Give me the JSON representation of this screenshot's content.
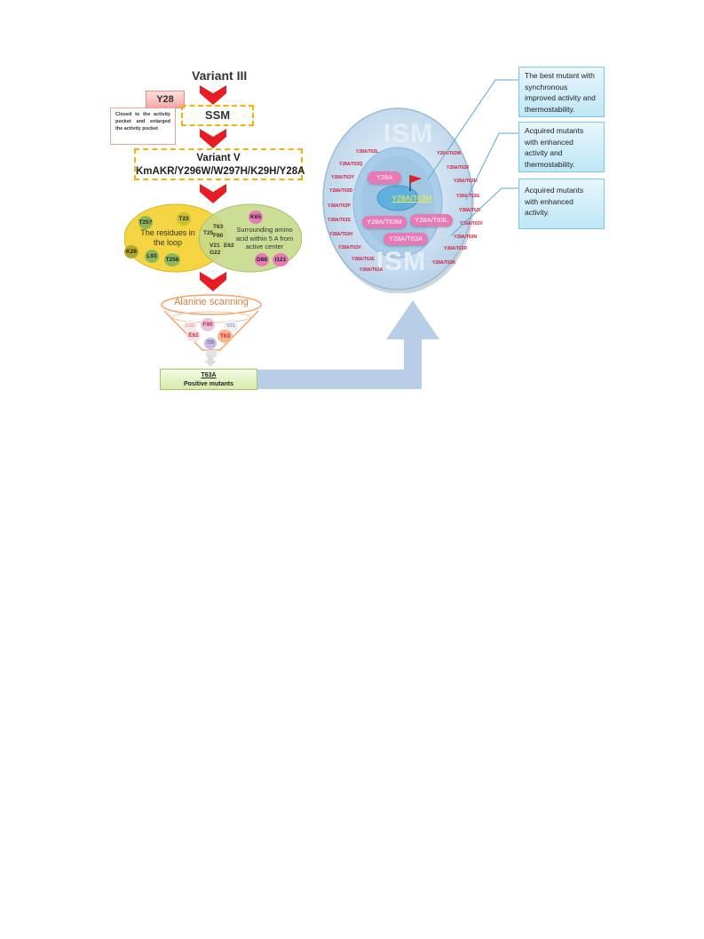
{
  "left_flow": {
    "variant3_title": "Variant III",
    "y28_label": "Y28",
    "y28_note": "Closed to the activity pocket and enlarged the activity pocket",
    "ssm_label": "SSM",
    "variant5_title": "Variant V",
    "variant5_mutations": "KmAKR/Y296W/W297H/K29H/Y28A",
    "loop_text": "The residues in the loop",
    "surrounding_text": "Surrounding amino acid within 5 A from active center",
    "loop_residues": [
      "T25?",
      "T23",
      "K26",
      "L93",
      "T256"
    ],
    "overlap_residues": [
      "T63",
      "T25",
      "F90",
      "V21",
      "E62",
      "G22"
    ],
    "surrounding_residues": [
      "K65",
      "D88",
      "I121"
    ],
    "alanine_title": "Alanine scanning",
    "funnel_residues": [
      "G22",
      "F90",
      "V21",
      "E62",
      "T63",
      "T25"
    ],
    "result_mutant": "T63A",
    "result_label": "Positive mutants"
  },
  "ism": {
    "top_word": "ISM",
    "bottom_word": "ISM",
    "outer_labels": [
      "Y28A/T63L",
      "Y28A/T63Q",
      "Y28A/T63Y",
      "Y28A/T63D",
      "Y28A/T63P",
      "Y28A/T63S",
      "Y28A/T63H",
      "Y28A/T63V",
      "Y28A/T63E",
      "Y28A/T63A",
      "Y28A/T63W",
      "Y28A/T63F",
      "Y28A/T63M",
      "Y28A/T63G",
      "Y28A/T63I",
      "Y28A/T63V",
      "Y28A/T63N",
      "Y28A/T63R",
      "Y28A/T63K"
    ],
    "pills": [
      "Y28A",
      "Y28A/T63M",
      "Y28A/T63L",
      "Y28A/T63A"
    ],
    "best_mutant": "Y28A/T63M"
  },
  "callouts": {
    "best": "The best mutant with synchronous improved activity and thermostability.",
    "enhanced_both": "Acquired mutants with enhanced activity and thermostability.",
    "enhanced_activity": "Acquired mutants with enhanced activity."
  },
  "colors": {
    "chevron": "#e81c24",
    "dashed_border": "#f0b400",
    "loop_ellipse": "#f5d441",
    "surround_ellipse": "#c6d98a",
    "pill": "#e879b5",
    "label_red": "#d0203c",
    "arrow": "#b8cde6"
  }
}
